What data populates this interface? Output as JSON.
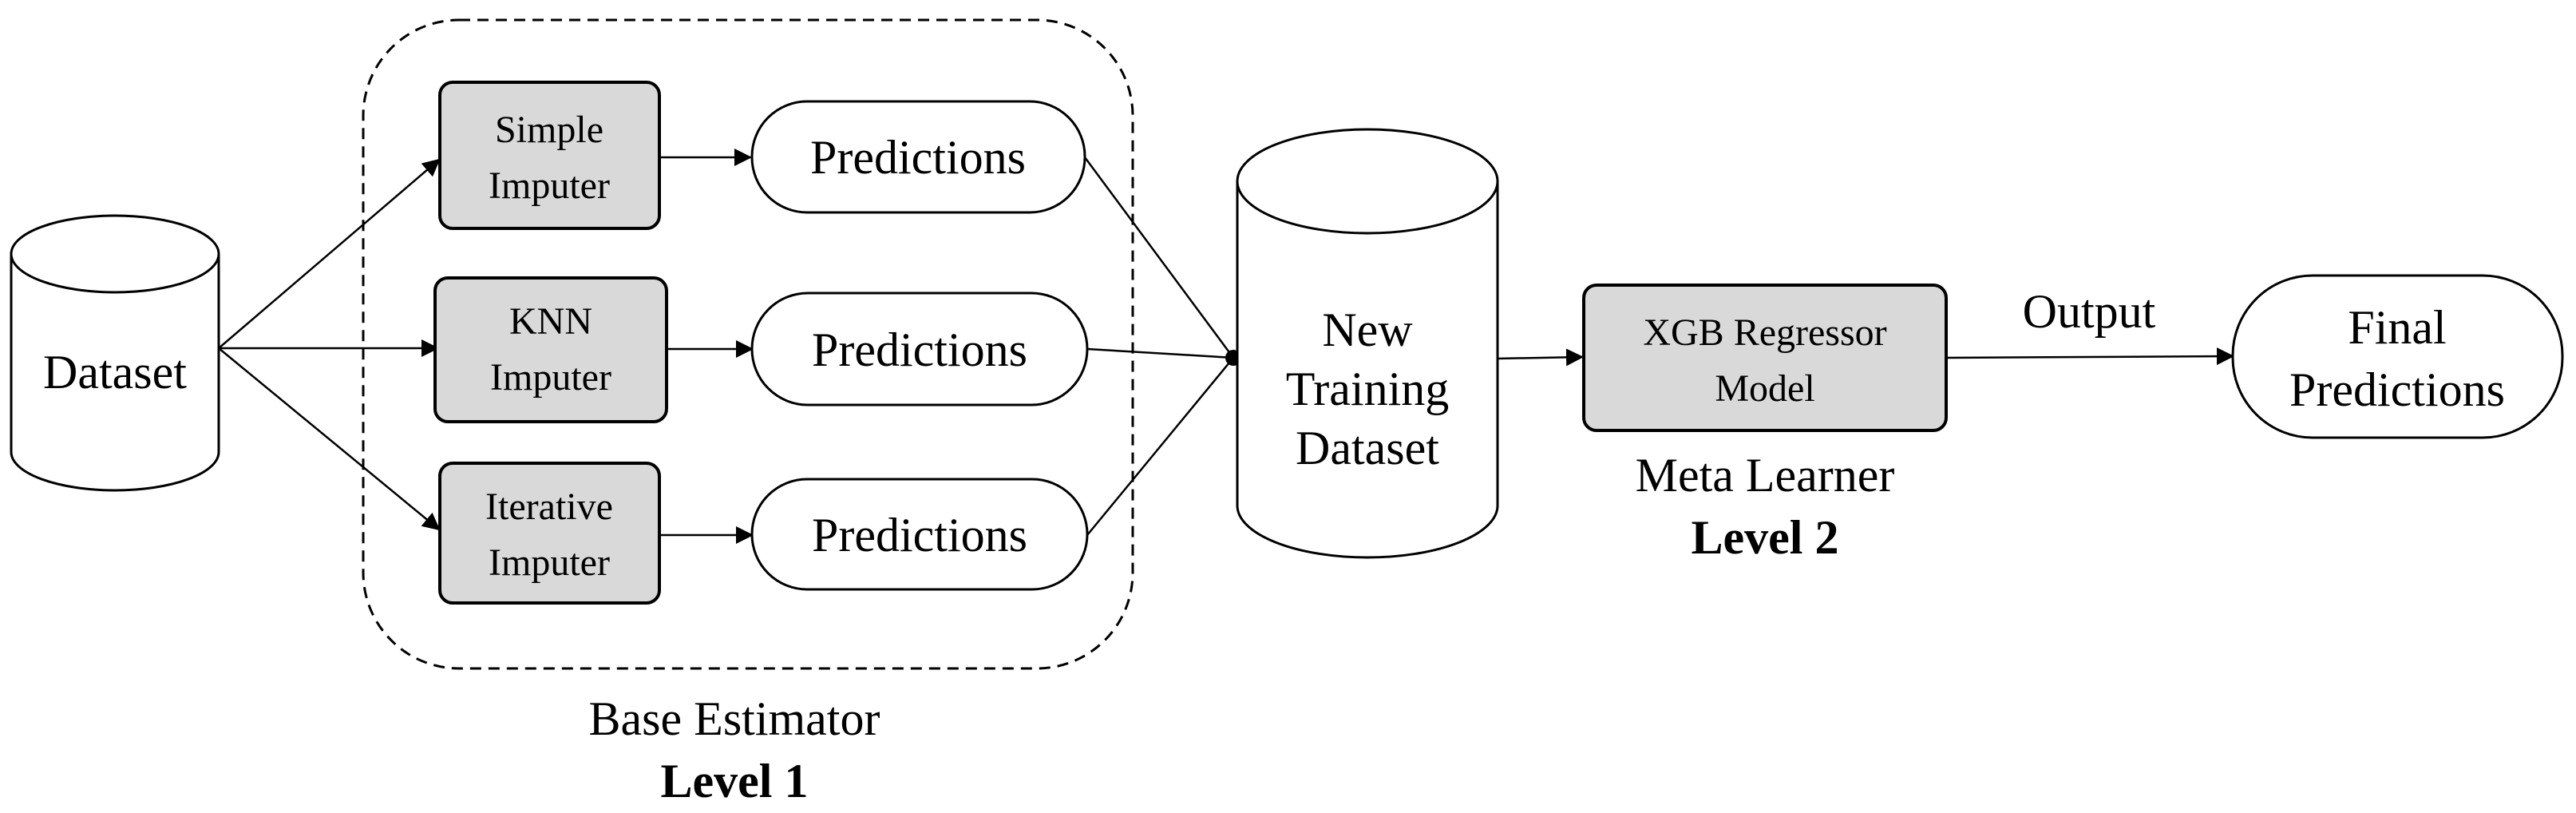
{
  "diagram": {
    "nodes": {
      "dataset": {
        "label": "Dataset"
      },
      "simple_imputer": {
        "lines": [
          "Simple",
          "Imputer"
        ]
      },
      "knn_imputer": {
        "lines": [
          "KNN",
          "Imputer"
        ]
      },
      "iterative_imputer": {
        "lines": [
          "Iterative",
          "Imputer"
        ]
      },
      "predictions": [
        "Predictions",
        "Predictions",
        "Predictions"
      ],
      "new_training_dataset": {
        "lines": [
          "New",
          "Training",
          "Dataset"
        ]
      },
      "xgb_model": {
        "lines": [
          "XGB Regressor",
          "Model"
        ]
      },
      "final_predictions": {
        "lines": [
          "Final",
          "Predictions"
        ]
      }
    },
    "groups": {
      "base_estimator": {
        "caption": "Base Estimator",
        "level": "Level 1"
      },
      "meta_learner": {
        "caption": "Meta Learner",
        "level": "Level 2"
      }
    },
    "edges": {
      "output_label": "Output"
    }
  },
  "colors": {
    "box_fill": "#d9d9d9",
    "stroke": "#000000",
    "background": "#ffffff"
  }
}
